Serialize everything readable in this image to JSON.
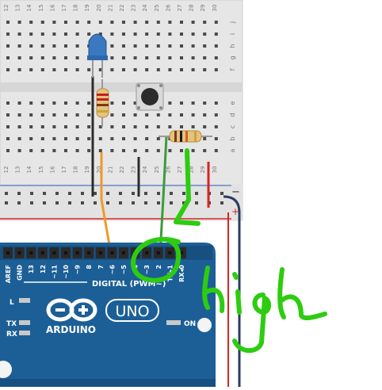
{
  "breadboard": {
    "column_numbers": [
      "12",
      "13",
      "14",
      "15",
      "16",
      "17",
      "18",
      "19",
      "20",
      "21",
      "22",
      "23",
      "24",
      "25",
      "26",
      "27",
      "28",
      "29",
      "30"
    ],
    "row_letters_top": [
      "j",
      "i",
      "h",
      "g",
      "f"
    ],
    "row_letters_bottom": [
      "e",
      "d",
      "c",
      "b",
      "a"
    ]
  },
  "arduino": {
    "pin_labels": [
      "AREF",
      "GND",
      "13",
      "12",
      "~11",
      "~10",
      "~9",
      "8",
      "7",
      "~6",
      "~5",
      "4",
      "~3",
      "2",
      "TX▸1",
      "RX◂0"
    ],
    "digital_label": "DIGITAL (PWM~)",
    "brand": "ARDUINO",
    "model": "UNO",
    "led_labels": [
      "L",
      "TX",
      "RX"
    ],
    "on_label": "ON"
  },
  "annotation": {
    "text": "high"
  },
  "colors": {
    "board_blue": "#1c5f96",
    "breadboard": "#e9e9e9",
    "wire_orange": "#ef9a28",
    "wire_green": "#3b9b3b",
    "wire_black": "#2c2c2c",
    "rail_red": "#d62424",
    "annotation_green": "#2ecc10"
  }
}
